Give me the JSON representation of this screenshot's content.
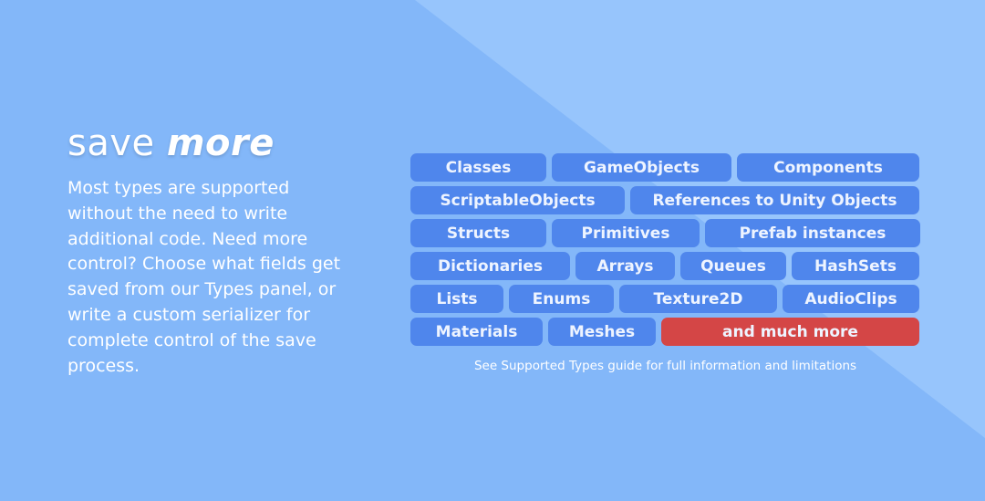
{
  "heading": {
    "plain": "save",
    "emphasis": "more"
  },
  "description": "Most types are supported without the need to write additional code. Need more control? Choose what fields get saved from our Types panel, or write a custom serializer for complete control of the save process.",
  "tags": [
    [
      "Classes",
      "GameObjects",
      "Components"
    ],
    [
      "ScriptableObjects",
      "References to Unity Objects"
    ],
    [
      "Structs",
      "Primitives",
      "Prefab instances"
    ],
    [
      "Dictionaries",
      "Arrays",
      "Queues",
      "HashSets"
    ],
    [
      "Lists",
      "Enums",
      "Texture2D",
      "AudioClips"
    ],
    [
      "Materials",
      "Meshes",
      "and much more"
    ]
  ],
  "note": "See Supported Types guide for full information and limitations",
  "colors": {
    "background": "#83b7f9",
    "tag": "#4f86ec",
    "highlight": "#d44646"
  }
}
